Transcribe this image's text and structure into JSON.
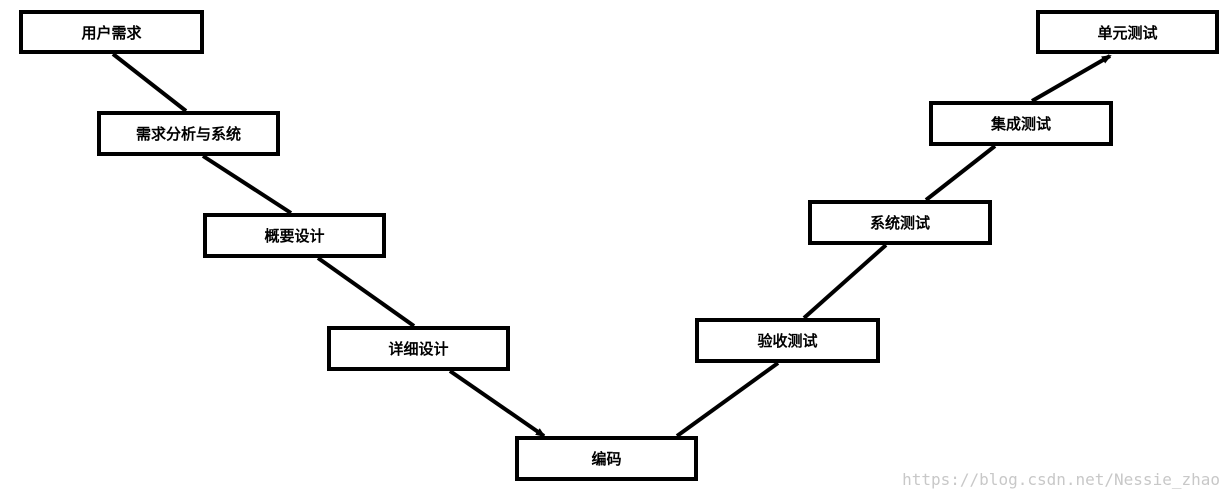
{
  "diagram": {
    "nodes": {
      "user_requirements": "用户需求",
      "requirements_analysis": "需求分析与系统",
      "outline_design": "概要设计",
      "detailed_design": "详细设计",
      "coding": "编码",
      "acceptance_test": "验收测试",
      "system_test": "系统测试",
      "integration_test": "集成测试",
      "unit_test": "单元测试"
    },
    "edges": [
      {
        "from": "user_requirements",
        "to": "requirements_analysis",
        "arrow": false
      },
      {
        "from": "requirements_analysis",
        "to": "outline_design",
        "arrow": false
      },
      {
        "from": "outline_design",
        "to": "detailed_design",
        "arrow": false
      },
      {
        "from": "detailed_design",
        "to": "coding",
        "arrow": true
      },
      {
        "from": "coding",
        "to": "acceptance_test",
        "arrow": false
      },
      {
        "from": "acceptance_test",
        "to": "system_test",
        "arrow": false
      },
      {
        "from": "system_test",
        "to": "integration_test",
        "arrow": false
      },
      {
        "from": "integration_test",
        "to": "unit_test",
        "arrow": true
      }
    ],
    "colors": {
      "line": "#000000",
      "box_border": "#000000",
      "watermark": "#c8c8c8"
    }
  },
  "watermark": "https://blog.csdn.net/Nessie_zhao"
}
